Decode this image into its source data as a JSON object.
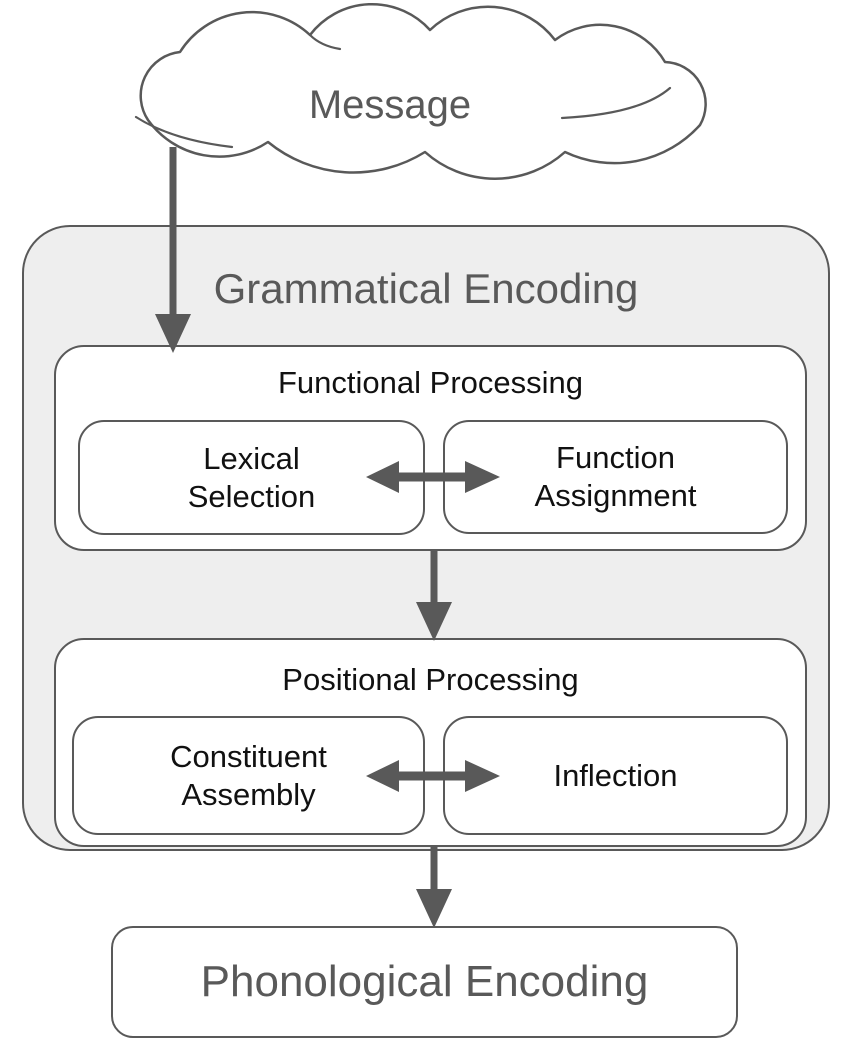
{
  "diagram": {
    "message": "Message",
    "grammatical_encoding": "Grammatical Encoding",
    "functional_processing": "Functional Processing",
    "lexical_selection": "Lexical Selection",
    "function_assignment": "Function Assignment",
    "positional_processing": "Positional Processing",
    "constituent_assembly": "Constituent Assembly",
    "inflection": "Inflection",
    "phonological_encoding": "Phonological Encoding"
  },
  "colors": {
    "outline_gray": "#595959",
    "container_fill": "#eeeeee",
    "box_fill": "#ffffff",
    "stage_label_gray": "#595959",
    "inner_label_black": "#111111",
    "arrow_gray": "#595959"
  },
  "icons": {
    "cloud": "message-cloud-icon",
    "down_arrows": [
      "message-to-functional",
      "functional-to-positional",
      "grammatical-to-phonological"
    ],
    "bidirectional_arrows": [
      "lexical-function",
      "constituent-inflection"
    ]
  }
}
